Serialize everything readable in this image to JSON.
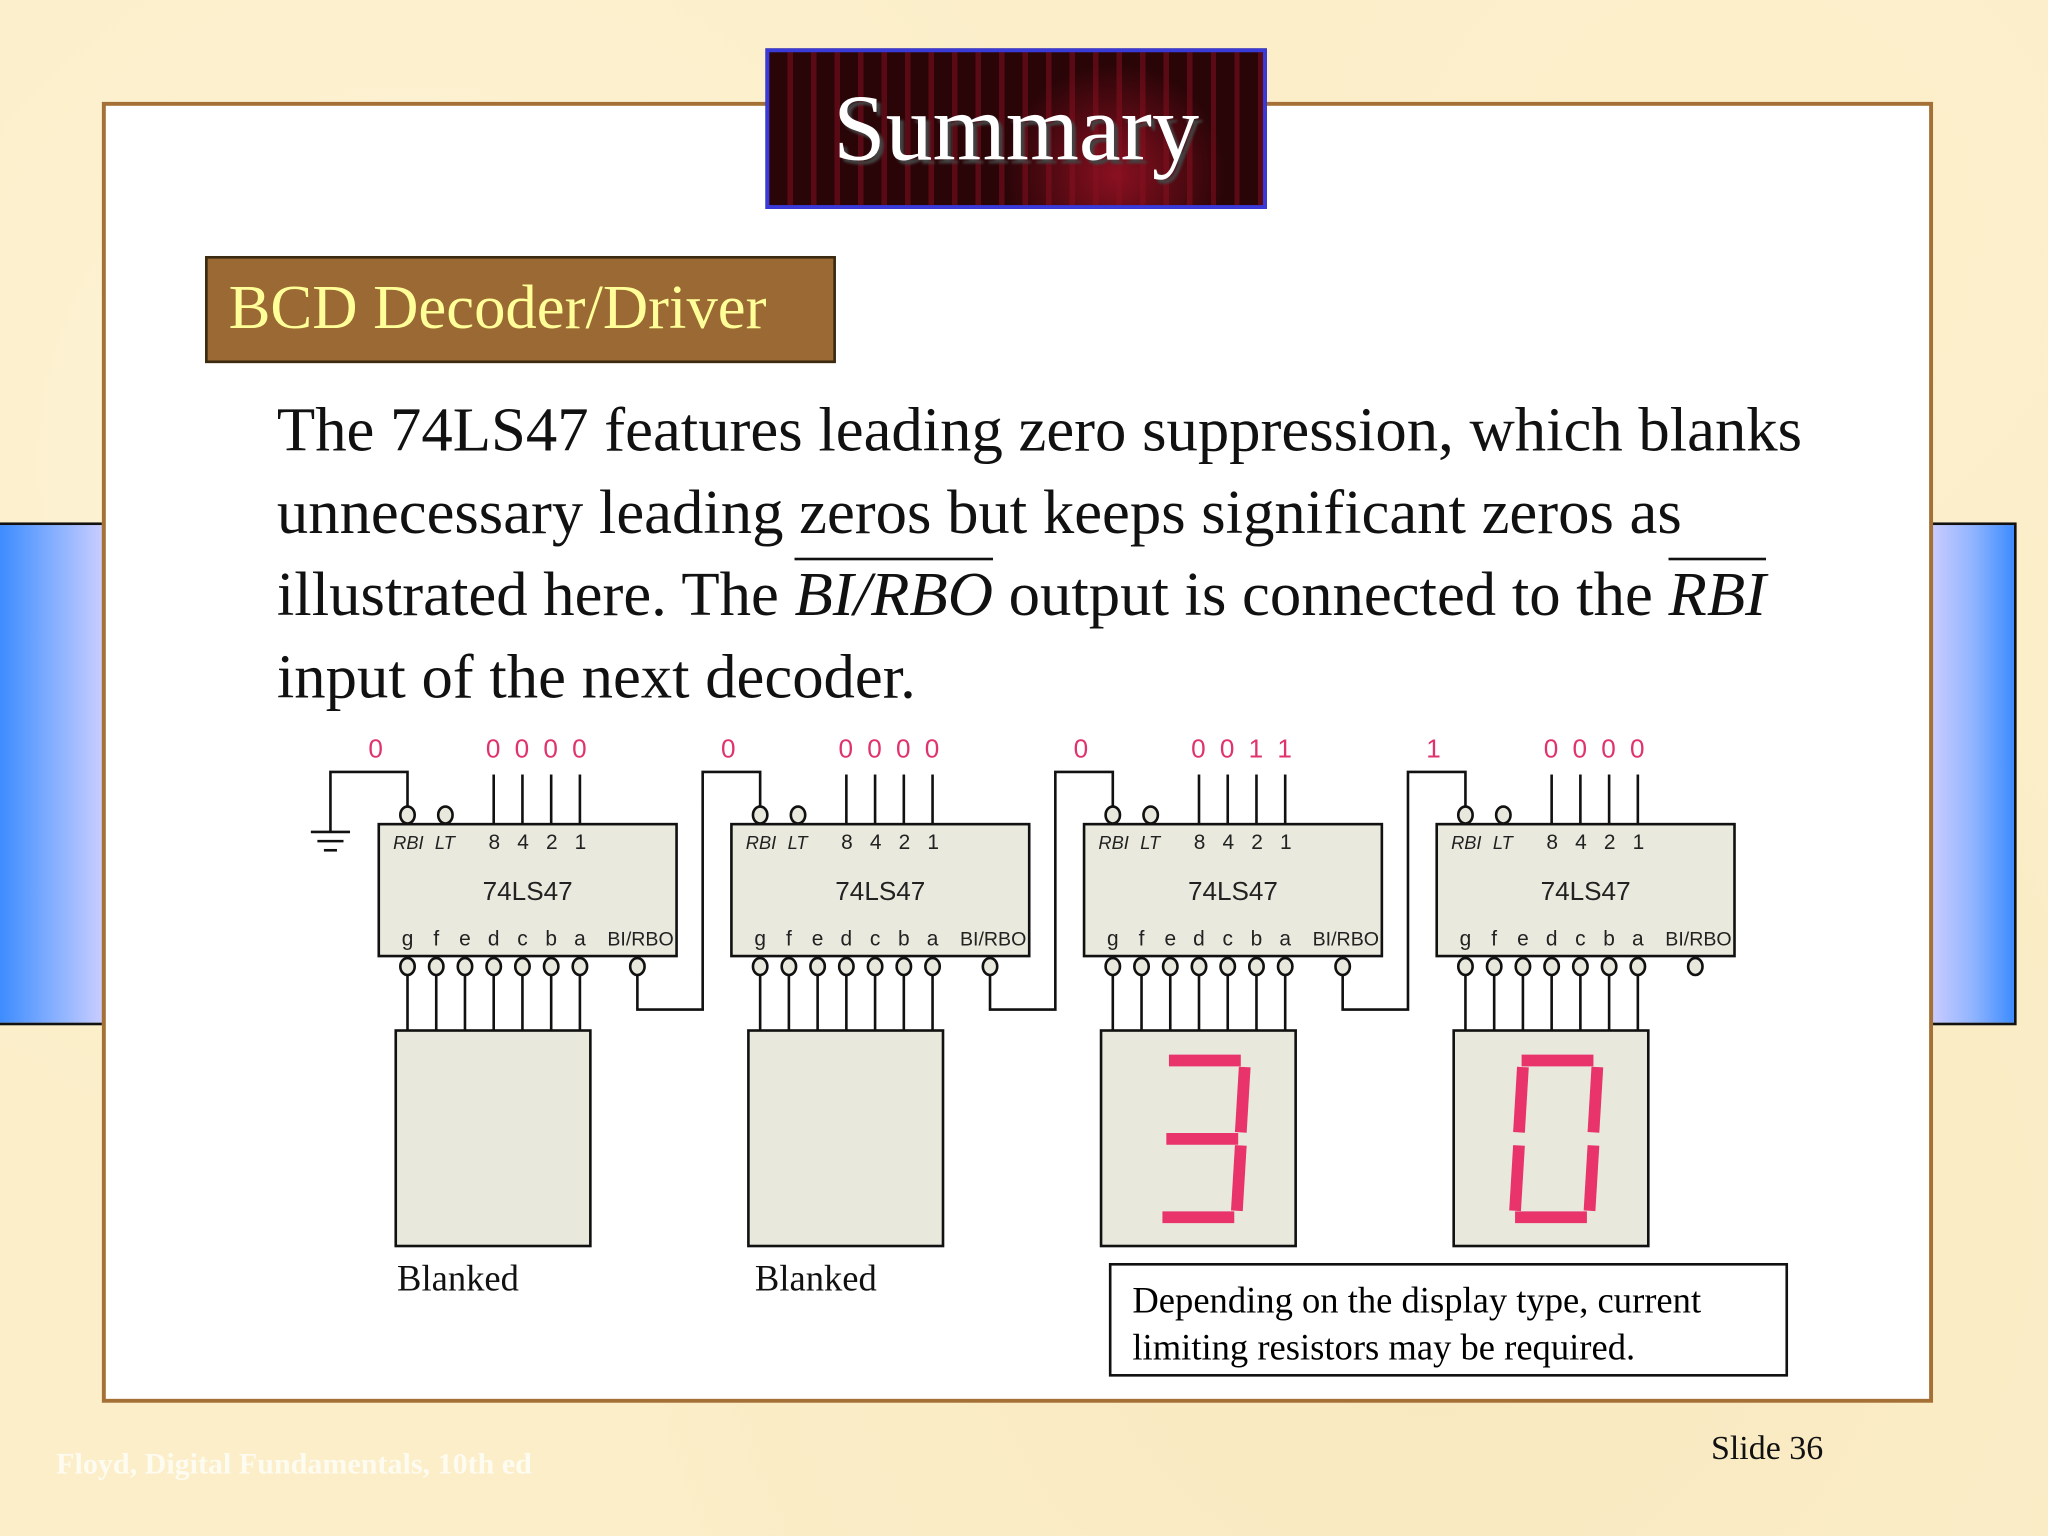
{
  "title": "Summary",
  "subtitle": "BCD Decoder/Driver",
  "paragraph": {
    "p1": "The 74LS47 features leading zero suppression, which blanks unnecessary leading zeros but keeps significant zeros as illustrated here. The ",
    "bi_rbo": "BI/RBO",
    "p2": " output is connected to the ",
    "rbi": "RBI",
    "p3": " input of the next decoder."
  },
  "circuit": {
    "chip_label": "74LS47",
    "top_pins": [
      "RBI",
      "LT"
    ],
    "input_weights": [
      "8",
      "4",
      "2",
      "1"
    ],
    "output_pins": [
      "g",
      "f",
      "e",
      "d",
      "c",
      "b",
      "a"
    ],
    "bi_rbo_label": "BI/RBO",
    "value_color": "#e0336b",
    "segment_color": "#e8336b",
    "stages": [
      {
        "rbi": "0",
        "bcd": [
          "0",
          "0",
          "0",
          "0"
        ],
        "display": "",
        "caption": "Blanked"
      },
      {
        "rbi": "0",
        "bcd": [
          "0",
          "0",
          "0",
          "0"
        ],
        "display": "",
        "caption": "Blanked"
      },
      {
        "rbi": "0",
        "bcd": [
          "0",
          "0",
          "1",
          "1"
        ],
        "display": "3",
        "caption": ""
      },
      {
        "rbi": "1",
        "bcd": [
          "0",
          "0",
          "0",
          "0"
        ],
        "display": "0",
        "caption": ""
      }
    ]
  },
  "note": {
    "line1": "Depending on the display type, current",
    "line2": "limiting resistors may be required."
  },
  "slide_number": "Slide 36",
  "footer": "Floyd, Digital Fundamentals, 10th ed"
}
